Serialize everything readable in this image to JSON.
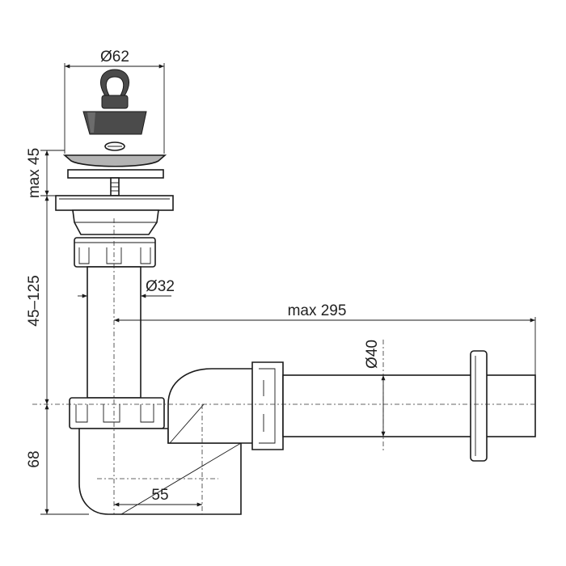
{
  "dimensions": {
    "strainer_diameter": "Ø62",
    "plug_height": "max 45",
    "tube_length": "45–125",
    "tube_diameter": "Ø32",
    "outlet_length": "max 295",
    "outlet_diameter": "Ø40",
    "trap_height": "68",
    "trap_width": "55"
  },
  "colors": {
    "stopper": "#4b4b4b",
    "strainer": "#b4b4b4",
    "line": "#1a1a1a"
  }
}
